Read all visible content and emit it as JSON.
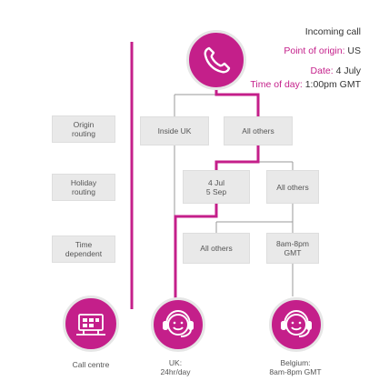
{
  "header": {
    "title": "Incoming call",
    "origin_label": "Point of origin:",
    "origin_value": "US",
    "date_label": "Date:",
    "date_value": "4 July",
    "time_label": "Time of day:",
    "time_value": "1:00pm GMT"
  },
  "left_column": {
    "origin_routing": "Origin\nrouting",
    "holiday_routing": "Holiday\nrouting",
    "time_dependent": "Time\ndependent",
    "call_centre": "Call centre"
  },
  "nodes": {
    "inside_uk": "Inside UK",
    "all_others_1": "All others",
    "holiday_dates": "4 Jul\n5 Sep",
    "all_others_2": "All others",
    "all_others_3": "All others",
    "hours": "8am-8pm\nGMT"
  },
  "endpoints": {
    "uk": "UK:\n24hr/day",
    "belgium": "Belgium:\n8am-8pm GMT"
  },
  "colors": {
    "accent": "#c41f8a",
    "box": "#e9e9e9",
    "connector": "#9a9a9a"
  },
  "icons": {
    "incoming": "phone-icon",
    "call_centre": "call-centre-icon",
    "agent": "headset-agent-icon"
  }
}
